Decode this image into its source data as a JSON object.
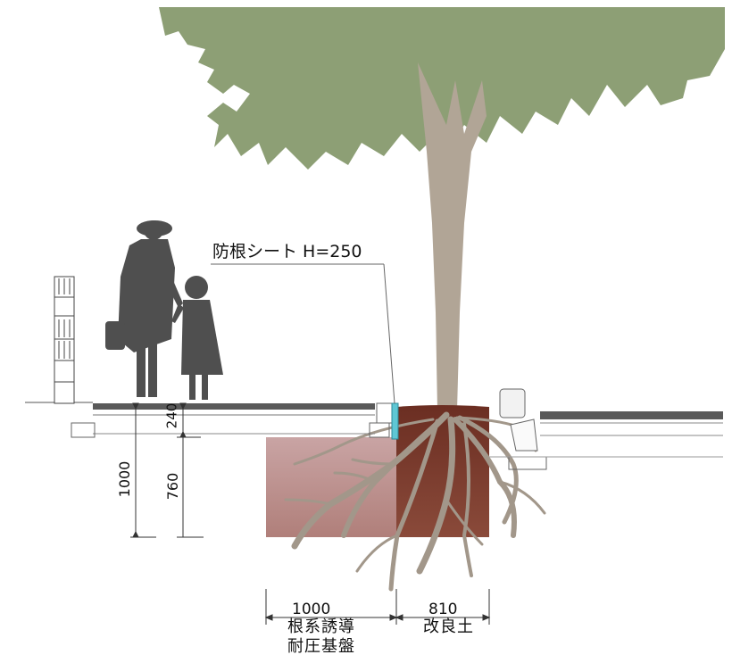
{
  "labels": {
    "root_sheet": "防根シート H=250",
    "width_base": "1000",
    "width_soil": "810",
    "base_name_line1": "根系誘導",
    "base_name_line2": "耐圧基盤",
    "soil_name": "改良土",
    "depth_total": "1000",
    "depth_upper": "240",
    "depth_lower": "760"
  },
  "colors": {
    "canopy": "#8d9f75",
    "trunk": "#b1a596",
    "roots": "#a2978a",
    "improved_soil": "#7a3a2c",
    "base_pink": "#c9a7a5",
    "root_sheet": "#5fc7d4",
    "silhouette": "#4f4f4f",
    "pavement": "#5a5a5a"
  }
}
